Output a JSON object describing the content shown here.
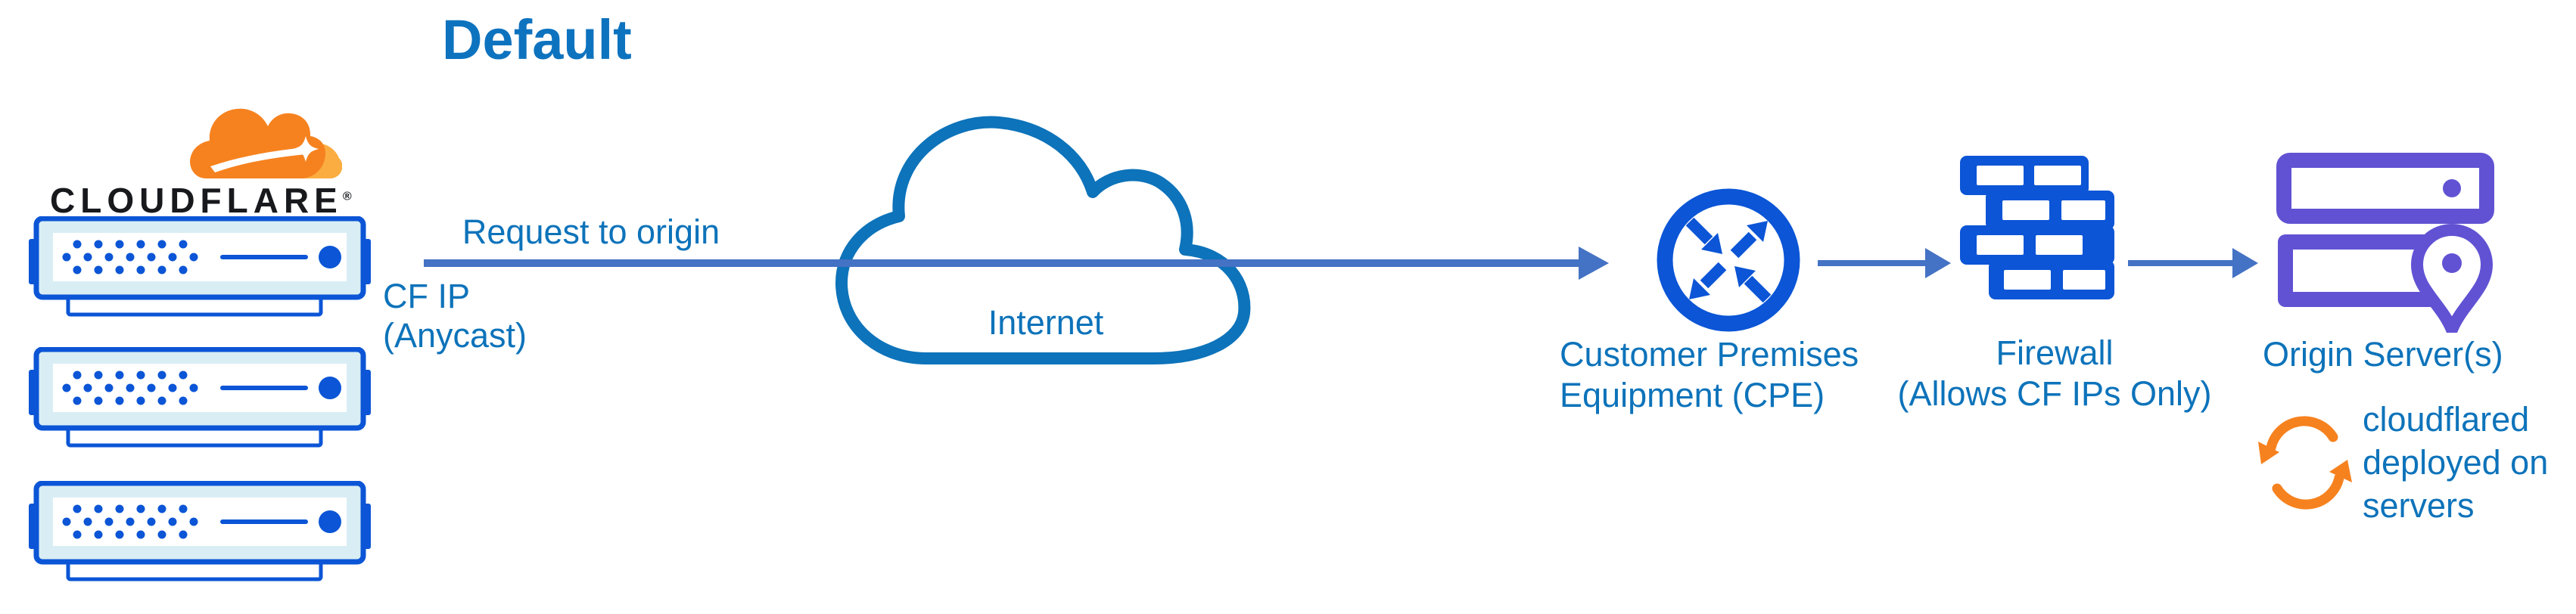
{
  "title": "Default",
  "brand": {
    "wordmark": "CLOUDFLARE",
    "registered_mark": "®"
  },
  "edges": {
    "request_label": "Request to origin",
    "cf_ip_line1": "CF IP",
    "cf_ip_line2": "(Anycast)"
  },
  "nodes": {
    "cloudflare_servers": {
      "icon": "server-icon",
      "count": 3
    },
    "internet": {
      "label": "Internet",
      "icon": "internet-cloud-icon"
    },
    "cpe": {
      "line1": "Customer Premises",
      "line2": "Equipment (CPE)",
      "icon": "cpe-router-icon"
    },
    "firewall": {
      "line1": "Firewall",
      "line2": "(Allows CF IPs Only)",
      "icon": "firewall-brick-icon"
    },
    "origin": {
      "label": "Origin Server(s)",
      "icon": "origin-servers-icon"
    },
    "cloudflared": {
      "line1": "cloudflared",
      "line2": "deployed on",
      "line3": "servers",
      "icon": "sync-arrows-icon"
    }
  },
  "colors": {
    "label_blue": "#0d73ba",
    "title_blue": "#0e73bf",
    "arrow_blue": "#4472c4",
    "icon_blue": "#0b55d6",
    "server_fill_light": "#d9eef4",
    "origin_purple": "#6152d3",
    "cloudflare_orange": "#f6821f",
    "cloudflare_orange_light": "#fbad41",
    "wordmark_black": "#17191d"
  }
}
